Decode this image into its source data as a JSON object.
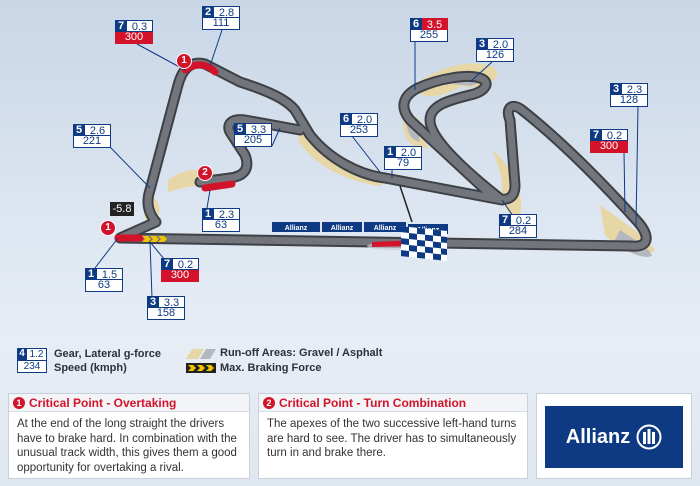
{
  "tags": [
    {
      "id": "t1",
      "gear": "7",
      "g": "0.3",
      "speed": "300",
      "speed_red": true,
      "g_red": false
    },
    {
      "id": "t2",
      "gear": "2",
      "g": "2.8",
      "speed": "111",
      "speed_red": false,
      "g_red": false
    },
    {
      "id": "t3",
      "gear": "6",
      "g": "3.5",
      "speed": "255",
      "speed_red": false,
      "g_red": true
    },
    {
      "id": "t4",
      "gear": "3",
      "g": "2.0",
      "speed": "126",
      "speed_red": false,
      "g_red": false
    },
    {
      "id": "t5",
      "gear": "3",
      "g": "2.3",
      "speed": "128",
      "speed_red": false,
      "g_red": false
    },
    {
      "id": "t6",
      "gear": "5",
      "g": "2.6",
      "speed": "221",
      "speed_red": false,
      "g_red": false
    },
    {
      "id": "t7",
      "gear": "5",
      "g": "3.3",
      "speed": "205",
      "speed_red": false,
      "g_red": false
    },
    {
      "id": "t8",
      "gear": "6",
      "g": "2.0",
      "speed": "253",
      "speed_red": false,
      "g_red": false
    },
    {
      "id": "t9",
      "gear": "1",
      "g": "2.0",
      "speed": "79",
      "speed_red": false,
      "g_red": false
    },
    {
      "id": "t10",
      "gear": "7",
      "g": "0.2",
      "speed": "300",
      "speed_red": true,
      "g_red": false
    },
    {
      "id": "t11",
      "gear": "1",
      "g": "2.3",
      "speed": "63",
      "speed_red": false,
      "g_red": false
    },
    {
      "id": "t12",
      "gear": "7",
      "g": "0.2",
      "speed": "284",
      "speed_red": false,
      "g_red": false
    },
    {
      "id": "t13",
      "gear": "1",
      "g": "1.5",
      "speed": "63",
      "speed_red": false,
      "g_red": false
    },
    {
      "id": "t14",
      "gear": "7",
      "g": "0.2",
      "speed": "300",
      "speed_red": true,
      "g_red": false
    },
    {
      "id": "t15",
      "gear": "3",
      "g": "3.3",
      "speed": "158",
      "speed_red": false,
      "g_red": false
    }
  ],
  "braking_value": "-5.8",
  "banner_text": "Allianz",
  "markers": {
    "cp1": "1",
    "cp2": "2"
  },
  "legend": {
    "sample": {
      "gear": "4",
      "g": "1.2",
      "speed": "234"
    },
    "gear_g": "Gear, Lateral g-force",
    "speed": "Speed (kmph)",
    "runoff": "Run-off Areas: Gravel / Asphalt",
    "braking": "Max. Braking Force"
  },
  "panels": {
    "overtaking": {
      "num": "1",
      "title": "Critical Point - Overtaking",
      "body": "At the end of the long straight the drivers have to brake hard. In combination with the unusual track width, this gives them a good opportunity for overtaking a rival."
    },
    "turns": {
      "num": "2",
      "title": "Critical Point - Turn Combination",
      "body": "The apexes of the two successive left-hand turns are hard to see. The driver has to simultaneously turn in and brake there."
    }
  },
  "logo": {
    "word": "Allianz"
  },
  "colors": {
    "brand_blue": "#0e3a84",
    "alert_red": "#d3132a",
    "track": "#5a5e64",
    "runoff": "#e8d7a6"
  }
}
